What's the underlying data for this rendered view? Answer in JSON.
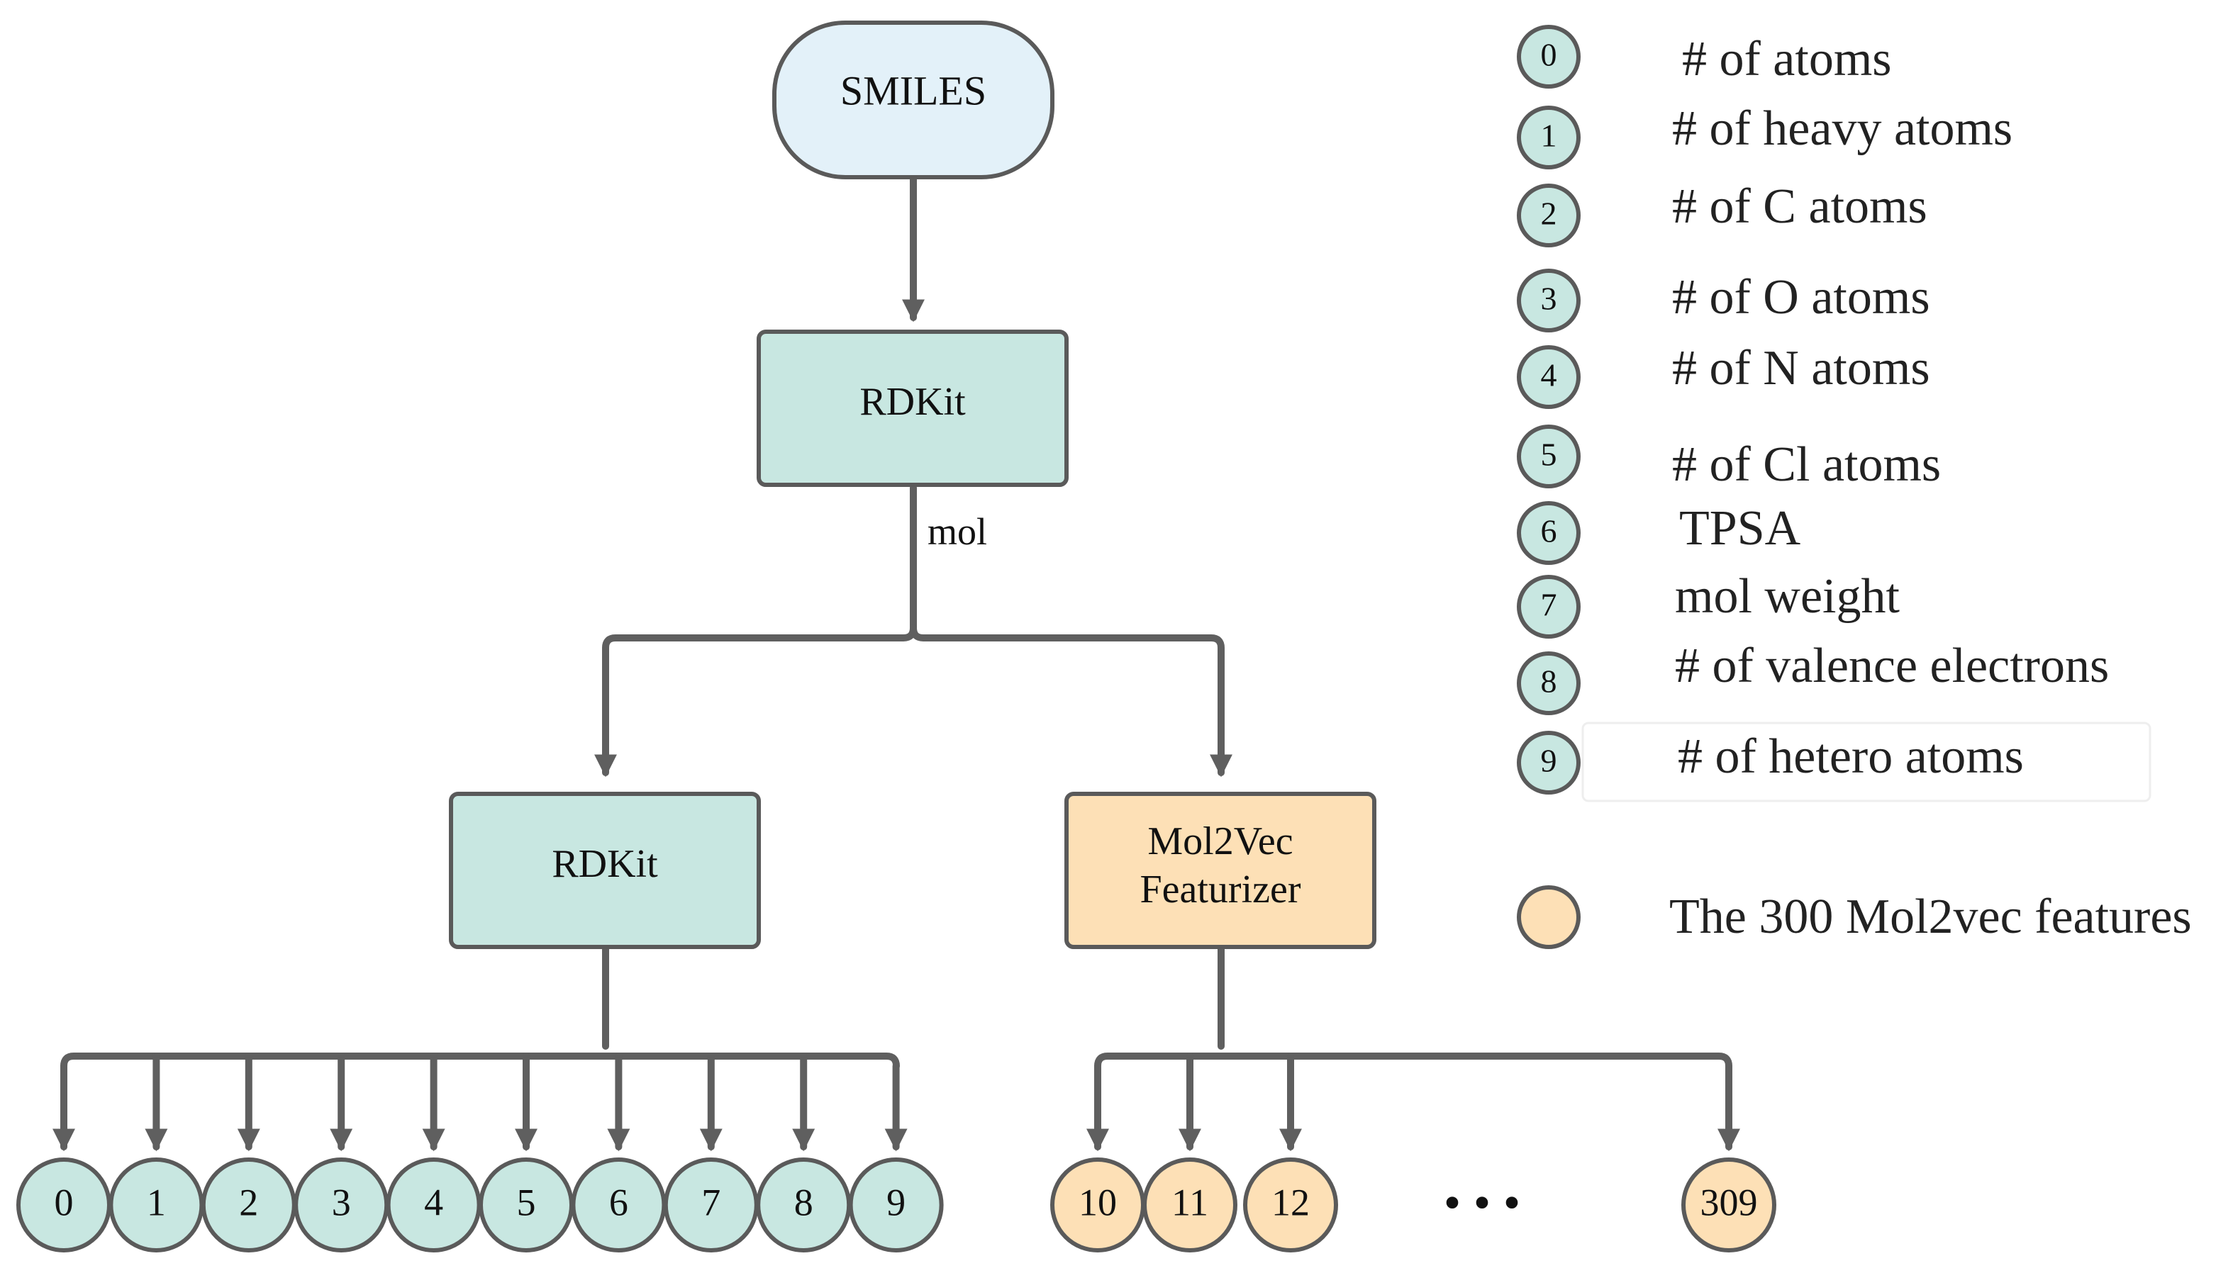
{
  "diagram": {
    "colors": {
      "smiles_fill": "#e3f1f9",
      "rdkit_fill": "#c8e7e1",
      "mol2vec_fill": "#fde0b6",
      "stroke": "#5a5a5a",
      "wire": "#5f5f5f"
    },
    "nodes": {
      "smiles": "SMILES",
      "rdkit_top": "RDKit",
      "rdkit_left": "RDKit",
      "mol2vec_line1": "Mol2Vec",
      "mol2vec_line2": "Featurizer"
    },
    "edge_label": "mol",
    "rdkit_features": [
      "0",
      "1",
      "2",
      "3",
      "4",
      "5",
      "6",
      "7",
      "8",
      "9"
    ],
    "mol2vec_features": [
      "10",
      "11",
      "12",
      "309"
    ],
    "ellipsis": "• • •"
  },
  "legend": {
    "items": [
      {
        "num": "0",
        "text": "# of atoms"
      },
      {
        "num": "1",
        "text": "# of heavy atoms"
      },
      {
        "num": "2",
        "text": "# of C atoms"
      },
      {
        "num": "3",
        "text": "# of O atoms"
      },
      {
        "num": "4",
        "text": "# of N atoms"
      },
      {
        "num": "5",
        "text": "# of Cl atoms"
      },
      {
        "num": "6",
        "text": "TPSA"
      },
      {
        "num": "7",
        "text": "mol weight"
      },
      {
        "num": "8",
        "text": "# of valence electrons"
      },
      {
        "num": "9",
        "text": "# of hetero atoms"
      }
    ],
    "mol2vec_text": "The 300 Mol2vec features"
  }
}
